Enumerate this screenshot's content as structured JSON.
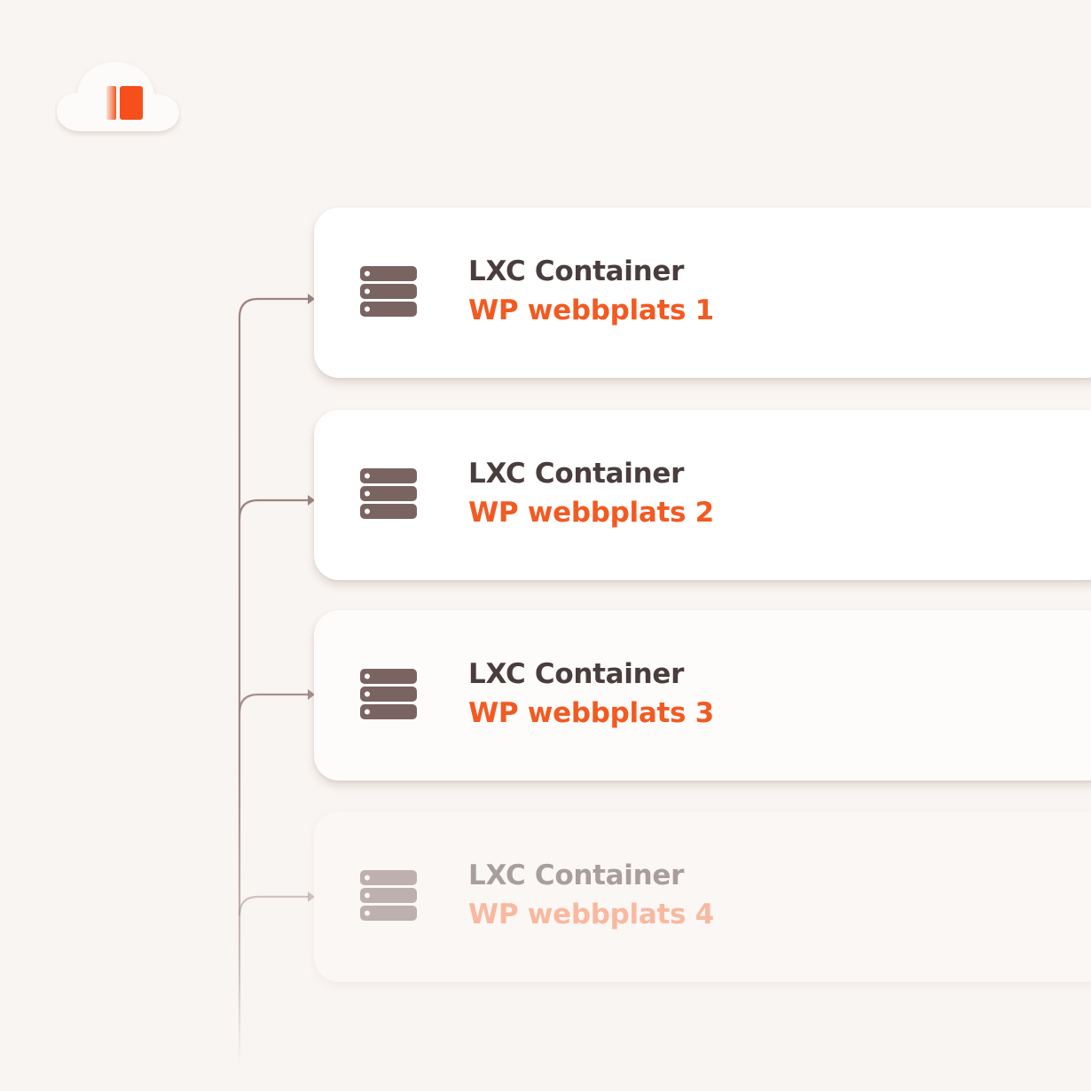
{
  "logo": {
    "icon": "cloud-logo-icon",
    "brand_color": "#f25a22"
  },
  "colors": {
    "background": "#f9f5f2",
    "card": "#ffffff",
    "title": "#4a3d3d",
    "subtitle": "#f25a22",
    "connector": "#9c8580",
    "server_icon": "#7a6462"
  },
  "containers": [
    {
      "title": "LXC Container",
      "name": "WP webbplats 1",
      "icon": "server-icon"
    },
    {
      "title": "LXC Container",
      "name": "WP webbplats 2",
      "icon": "server-icon"
    },
    {
      "title": "LXC Container",
      "name": "WP webbplats 3",
      "icon": "server-icon"
    },
    {
      "title": "LXC Container",
      "name": "WP webbplats 4",
      "icon": "server-icon"
    }
  ]
}
